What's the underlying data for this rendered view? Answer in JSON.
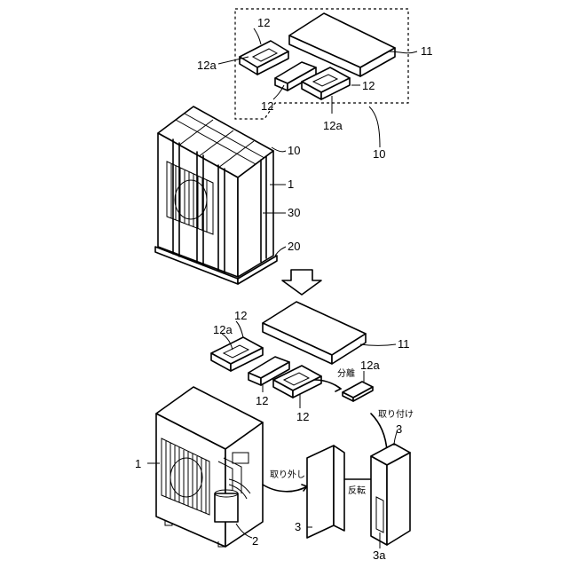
{
  "labels": {
    "top_12_a": "12",
    "top_12_b": "12",
    "top_12_c": "12",
    "top_12a_a": "12a",
    "top_12a_b": "12a",
    "top_11": "11",
    "top_10_a": "10",
    "top_10_b": "10",
    "top_1": "1",
    "top_30": "30",
    "top_20": "20",
    "bot_12_a": "12",
    "bot_12_b": "12",
    "bot_12_c": "12",
    "bot_12a_a": "12a",
    "bot_12a_b": "12a",
    "bot_11": "11",
    "bot_1": "1",
    "bot_2": "2",
    "bot_3_a": "3",
    "bot_3_b": "3",
    "bot_3a": "3a"
  },
  "annotations": {
    "separate": "分離",
    "attach": "取り付け",
    "remove": "取り外し",
    "invert": "反転"
  }
}
